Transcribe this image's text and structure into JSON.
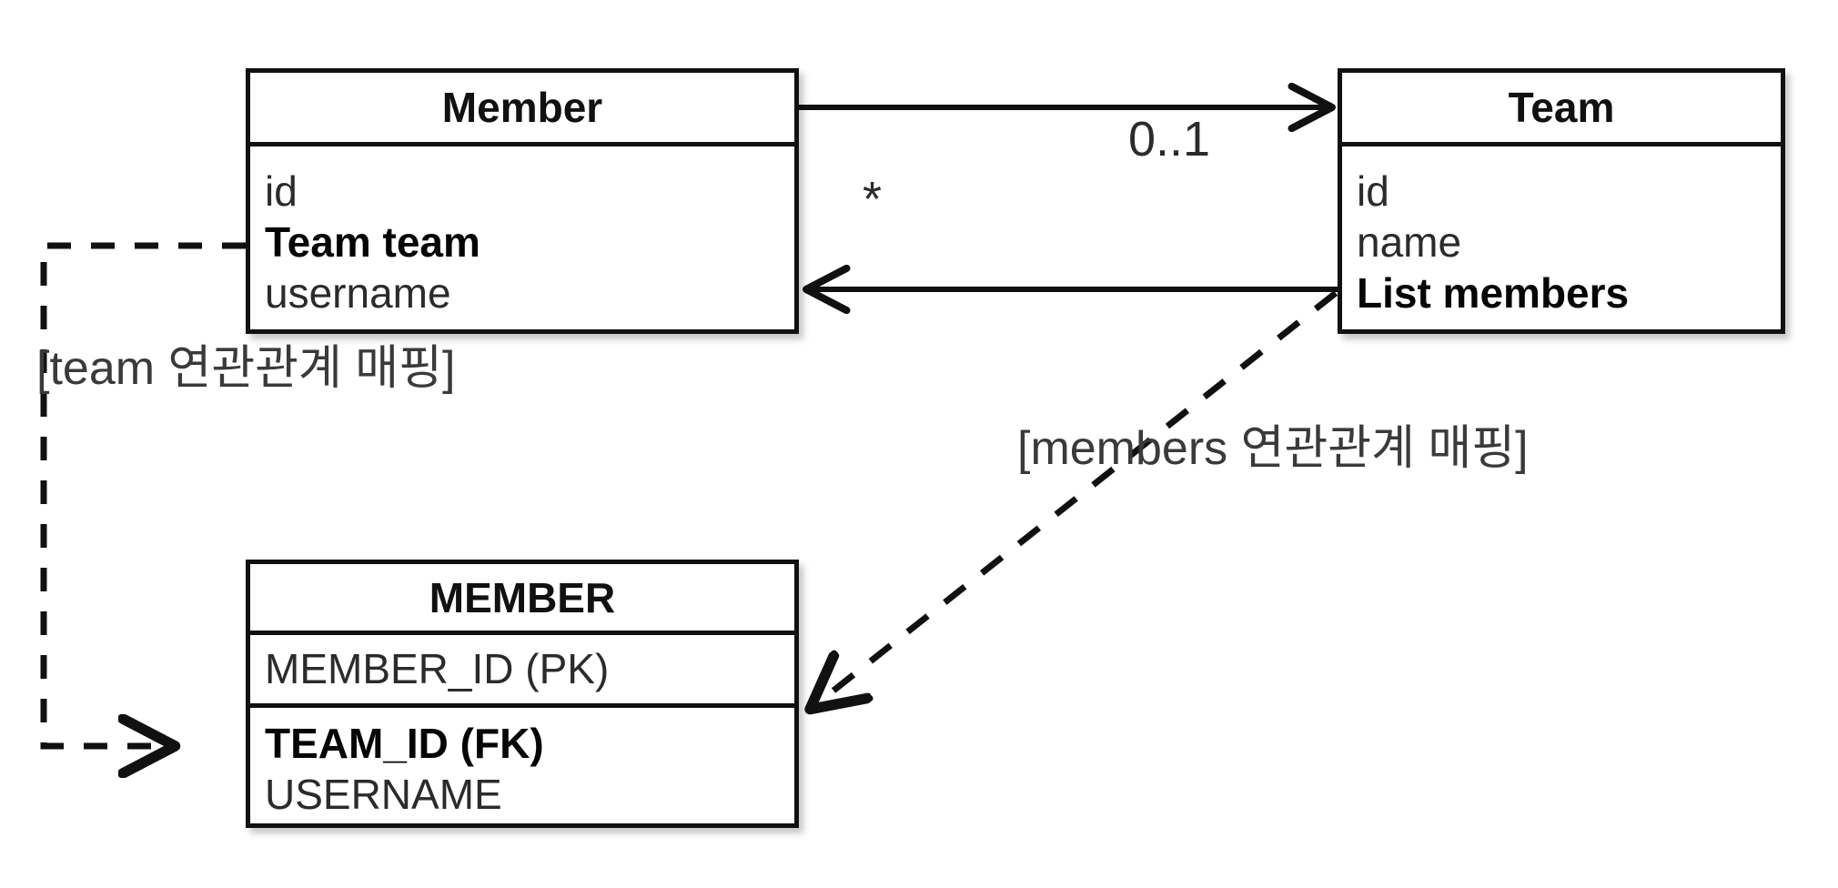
{
  "diagram": {
    "type": "uml-er-mapping-diagram",
    "title": "",
    "stroke_color": "#111111",
    "text_color": "#2b2b2b",
    "background": "#ffffff"
  },
  "entities": [
    {
      "id": "member",
      "name": "Member",
      "kind": "object-model-class",
      "sections": [
        {
          "attributes": [
            {
              "text": "id",
              "bold": false
            },
            {
              "text": "Team team",
              "bold": true
            },
            {
              "text": "username",
              "bold": false
            }
          ]
        }
      ]
    },
    {
      "id": "team",
      "name": "Team",
      "kind": "object-model-class",
      "sections": [
        {
          "attributes": [
            {
              "text": "id",
              "bold": false
            },
            {
              "text": "name",
              "bold": false
            },
            {
              "text": "List members",
              "bold": true
            }
          ]
        }
      ]
    },
    {
      "id": "member_table",
      "name": "MEMBER",
      "kind": "database-table",
      "sections": [
        {
          "attributes": [
            {
              "text": "MEMBER_ID (PK)",
              "bold": false
            }
          ]
        },
        {
          "attributes": [
            {
              "text": "TEAM_ID (FK)",
              "bold": true
            },
            {
              "text": "USERNAME",
              "bold": false
            }
          ]
        }
      ]
    }
  ],
  "associations": [
    {
      "id": "member-to-team",
      "from": "Member",
      "to": "Team",
      "style": "solid",
      "arrow": "open",
      "multiplicity": "0..1"
    },
    {
      "id": "team-to-member",
      "from": "Team",
      "to": "Member",
      "style": "solid",
      "arrow": "open",
      "multiplicity": "*"
    }
  ],
  "mappings": [
    {
      "id": "team-mapping",
      "label": "[team 연관관계 매핑]",
      "style": "dashed",
      "arrow": "open",
      "from": "Member.Team team",
      "to": "MEMBER.TEAM_ID (FK)"
    },
    {
      "id": "members-mapping",
      "label": "[members 연관관계 매핑]",
      "style": "dashed",
      "arrow": "open",
      "from": "Team.List members",
      "to": "MEMBER.TEAM_ID (FK)"
    }
  ],
  "multiplicity_labels": {
    "to_team": "0..1",
    "to_member": "*"
  }
}
